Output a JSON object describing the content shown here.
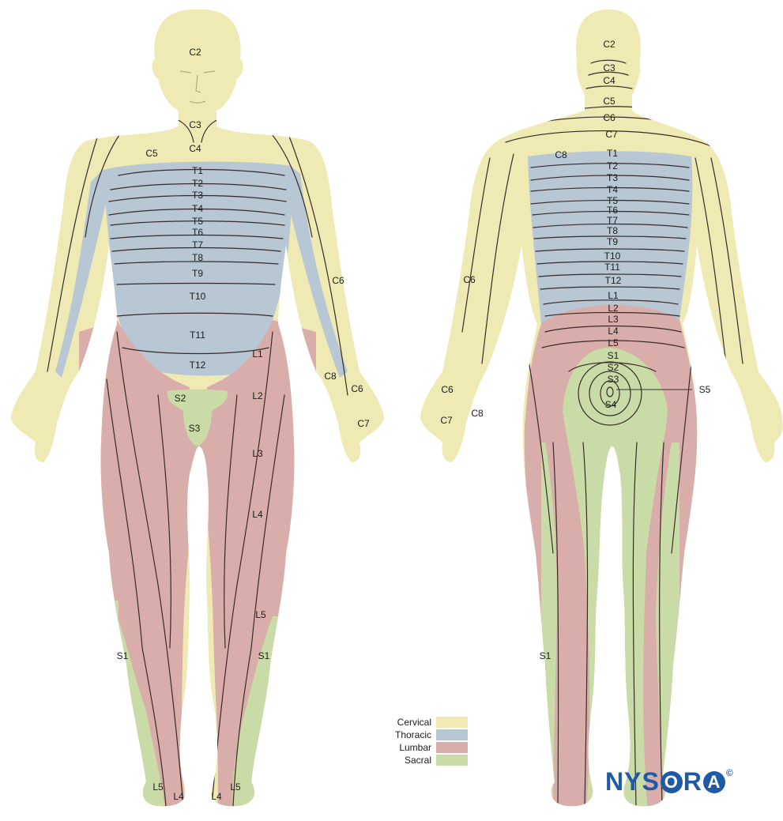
{
  "colors": {
    "cervical": "#efe9b3",
    "thoracic": "#b7c7d4",
    "lumbar": "#d9adaa",
    "sacral": "#c9dca7",
    "outline": "#3a2a2a"
  },
  "legend": [
    {
      "label": "Cervical",
      "color": "#efe9b3"
    },
    {
      "label": "Thoracic",
      "color": "#b7c7d4"
    },
    {
      "label": "Lumbar",
      "color": "#d9adaa"
    },
    {
      "label": "Sacral",
      "color": "#c9dca7"
    }
  ],
  "brand": {
    "part1": "NYS",
    "o": "O",
    "r": "R",
    "a": "A",
    "copyright": "©"
  },
  "front_labels": [
    "C2",
    "C3",
    "C4",
    "C5",
    "T1",
    "T2",
    "T3",
    "T4",
    "T5",
    "T6",
    "T7",
    "T8",
    "T9",
    "T10",
    "T11",
    "T12",
    "L1",
    "L2",
    "L3",
    "L4",
    "L5",
    "C6",
    "C8",
    "C6",
    "C7",
    "S2",
    "S3",
    "S1",
    "S1",
    "L5",
    "L4",
    "L4",
    "L5"
  ],
  "back_labels": [
    "C2",
    "C3",
    "C4",
    "C5",
    "C6",
    "C7",
    "C8",
    "T1",
    "T2",
    "T3",
    "T4",
    "T5",
    "T6",
    "T7",
    "T8",
    "T9",
    "T10",
    "T11",
    "T12",
    "L1",
    "L2",
    "L3",
    "L4",
    "L5",
    "S1",
    "S2",
    "S3",
    "S4",
    "S5",
    "C6",
    "C6",
    "C7",
    "C8",
    "S1"
  ]
}
